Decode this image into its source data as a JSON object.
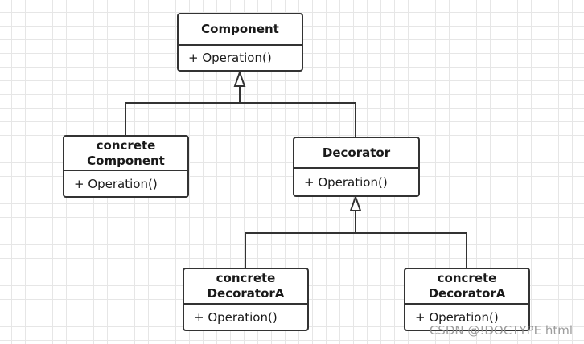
{
  "classes": {
    "component": {
      "name": "Component",
      "method": "+ Operation()"
    },
    "concrete_component": {
      "name_line1": "concrete",
      "name_line2": "Component",
      "method": "+ Operation()"
    },
    "decorator": {
      "name": "Decorator",
      "method": "+ Operation()"
    },
    "concrete_decorator_a": {
      "name_line1": "concrete",
      "name_line2": "DecoratorA",
      "method": "+ Operation()"
    },
    "concrete_decorator_b": {
      "name_line1": "concrete",
      "name_line2": "DecoratorA",
      "method": "+ Operation()"
    }
  },
  "relationships": [
    {
      "from": "concrete_component",
      "to": "component",
      "type": "inheritance"
    },
    {
      "from": "decorator",
      "to": "component",
      "type": "inheritance"
    },
    {
      "from": "concrete_decorator_a",
      "to": "decorator",
      "type": "inheritance"
    },
    {
      "from": "concrete_decorator_b",
      "to": "decorator",
      "type": "inheritance"
    }
  ],
  "watermark": "CSDN @!DOCTYPE html",
  "colors": {
    "line": "#333333",
    "grid": "#e6e6e6",
    "background": "#ffffff"
  }
}
